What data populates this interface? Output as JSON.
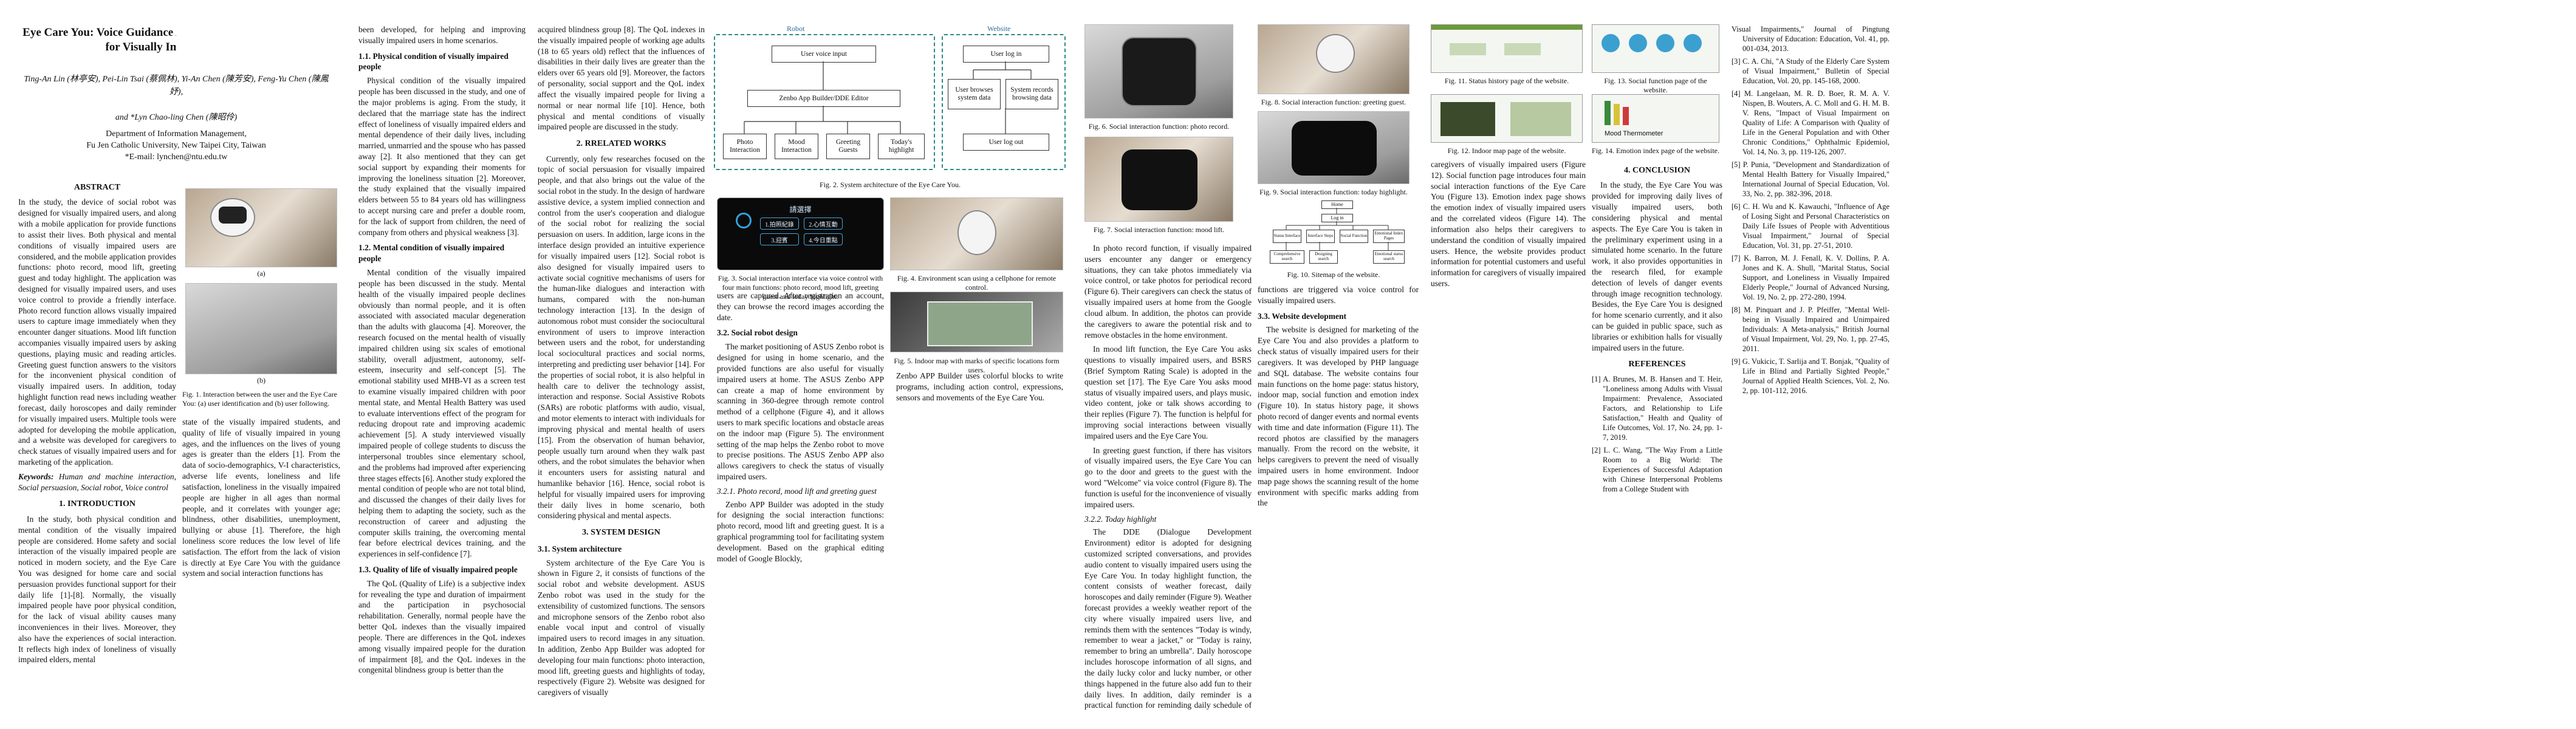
{
  "header": {
    "title": "Eye Care You: Voice Guidance Application Using Social Robot for Visually Impaired People",
    "authors_line1": "Ting-An Lin (林亭安), Pei-Lin Tsai (蔡佩林), Yi-An Chen (陳芳安), Feng-Yu Chen (陳鳳妤),",
    "authors_line2": "and *Lyn Chao-ling Chen (陳昭伶)",
    "dept": "Department of Information Management,",
    "univ": "Fu Jen Catholic University, New Taipei City, Taiwan",
    "email": "*E-mail: lynchen@ntu.edu.tw"
  },
  "abstract": {
    "heading": "ABSTRACT",
    "text": "In the study, the device of social robot was designed for visually impaired users, and along with a mobile application for provide functions to assist their lives. Both physical and mental conditions of visually impaired users are considered, and the mobile application provides functions: photo record, mood lift, greeting guest and today highlight. The application was designed for visually impaired users, and uses voice control to provide a friendly interface. Photo record function allows visually impaired users to capture image immediately when they encounter danger situations. Mood lift function accompanies visually impaired users by asking questions, playing music and reading articles. Greeting guest function answers to the visitors for the inconvenient physical condition of visually impaired users. In addition, today highlight function read news including weather forecast, daily horoscopes and daily reminder for visually impaired users. Multiple tools were adopted for developing the mobile application, and a website was developed for caregivers to check statues of visually impaired users and for marketing of the application.",
    "keywords_label": "Keywords:",
    "keywords": "Human and machine interaction, Social persuasion, Social robot, Voice control"
  },
  "intro": {
    "heading": "1. INTRODUCTION",
    "p1": "In the study, both physical condition and mental condition of the visually impaired people are considered. Home safety and social interaction of the visually impaired people are noticed in modern society, and the Eye Care You was designed for home care and social persuasion provides functional support for their daily life [1]-[8]. Normally, the visually impaired people have poor physical condition, for the lack of visual ability causes many inconveniences in their lives. Moreover, they also have the experiences of social interaction. It reflects high index of loneliness of visually impaired elders, mental"
  },
  "fig1": {
    "label_a": "(a)",
    "label_b": "(b)",
    "caption": "Fig. 1. Interaction between the user and the Eye Care You: (a) user identification and (b) user following."
  },
  "col3": {
    "p1": "state of the visually impaired students, and quality of life of visually impaired in young ages, and the influences on the lives of young ages is greater than the elders [1]. From the data of socio-demographics, V-I characteristics, adverse life events, loneliness and life satisfaction, loneliness in the visually impaired people are higher in all ages than normal people, and it correlates with younger age; blindness, other disabilities, unemployment, bullying or abuse [1]. Therefore, the high loneliness score reduces the low level of life satisfaction. The effort from the lack of vision is directly at Eye Care You with the guidance system and social interaction functions has"
  },
  "col4": {
    "p0": "been developed, for helping and improving visually impaired users in home scenarios.",
    "h11": "1.1. Physical condition of visually impaired people",
    "p1": "Physical condition of the visually impaired people has been discussed in the study, and one of the major problems is aging. From the study, it declared that the marriage state has the indirect effect of loneliness of visually impaired elders and mental dependence of their daily lives, including married, unmarried and the spouse who has passed away [2]. It also mentioned that they can get social support by expanding their moments for improving the loneliness situation [2]. Moreover, the study explained that the visually impaired elders between 55 to 84 years old has willingness to accept nursing care and prefer a double room, for the lack of support from children, the need of company from others and physical weakness [3].",
    "h12": "1.2. Mental condition of visually impaired people",
    "p2": "Mental condition of the visually impaired people has been discussed in the study. Mental health of the visually impaired people declines obviously than normal people, and it is often associated with associated macular degeneration than the adults with glaucoma [4]. Moreover, the research focused on the mental health of visually impaired children using six scales of emotional stability, overall adjustment, autonomy, self-esteem, insecurity and self-concept [5]. The emotional stability used MHB-VI as a screen test to examine visually impaired children with poor mental state, and Mental Health Battery was used to evaluate interventions effect of the program for reducing dropout rate and improving academic achievement [5]. A study interviewed visually impaired people of college students to discuss the interpersonal troubles since elementary school, and the problems had improved after experiencing three stages effects [6]. Another study explored the mental condition of people who are not total blind, and discussed the changes of their daily lives for helping them to adapting the society, such as the reconstruction of career and adjusting the computer skills training, the overcoming mental fear before electrical devices training, and the experiences in self-confidence [7].",
    "h13": "1.3. Quality of life of visually impaired people",
    "p3": "The QoL (Quality of Life) is a subjective index for revealing the type and duration of impairment and the participation in psychosocial rehabilitation. Generally, normal people have the better QoL indexes than the visually impaired people. There are differences in the QoL indexes among visually impaired people for the duration of impairment [8], and the QoL indexes in the congenital blindness group is better than the"
  },
  "col5": {
    "p0": "acquired blindness group [8]. The QoL indexes in the visually impaired people of working age adults (18 to 65 years old) reflect that the influences of disabilities in their daily lives are greater than the elders over 65 years old [9]. Moreover, the factors of personality, social support and the QoL index affect the visually impaired people for living a normal or near normal life [10]. Hence, both physical and mental conditions of visually impaired people are discussed in the study.",
    "h2": "2. RRELATED WORKS",
    "p1": "Currently, only few researches focused on the topic of social persuasion for visually impaired people, and that also brings out the value of the social robot in the study. In the design of hardware assistive device, a system implied connection and control from the user's cooperation and dialogue of the social robot for realizing the social persuasion on users. In addition, large icons in the interface design provided an intuitive experience for visually impaired users [12]. Social robot is also designed for visually impaired users to activate social cognitive mechanisms of users for the human-like dialogues and interaction with humans, compared with the non-human technology interaction [13]. In the design of autonomous robot must consider the sociocultural environment of users to improve interaction between users and the robot, for understanding local sociocultural practices and social norms, interpreting and predicting user behavior [14]. For the properties of social robot, it is also helpful in health care to deliver the technology assist, interaction and response. Social Assistive Robots (SARs) are robotic platforms with audio, visual, and motor elements to interact with individuals for improving physical and mental health of users [15]. From the observation of human behavior, people usually turn around when they walk past others, and the robot simulates the behavior when it encounters users for assisting natural and humanlike behavior [16]. Hence, social robot is helpful for visually impaired users for improving their daily lives in home scenario, both considering physical and mental aspects.",
    "h3": "3. SYSTEM DESIGN",
    "h31": "3.1. System architecture",
    "p2": "System architecture of the Eye Care You is shown in Figure 2, it consists of functions of the social robot and website development. ASUS Zenbo robot was used in the study for the extensibility of customized functions. The sensors and microphone sensors of the Zenbo robot also enable vocal input and control of visually impaired users to record images in any situation. In addition, Zenbo App Builder was adopted for developing four main functions: photo interaction, mood lift, greeting guests and highlights of today, respectively (Figure 2). Website was designed for caregivers of visually"
  },
  "fig2": {
    "robot_label": "Robot",
    "website_label": "Website",
    "voice_input": "User voice input",
    "builder": "Zenbo App Builder/DDE Editor",
    "photo": "Photo Interaction",
    "mood": "Mood Interaction",
    "greeting": "Greeting Guests",
    "today": "Today's highlight",
    "login": "User log in",
    "browse_sys": "User browses system data",
    "record_browse": "System records browsing data",
    "logout": "User log out",
    "caption": "Fig. 2. System architecture of the Eye Care You."
  },
  "fig3": {
    "title": "請選擇",
    "opt1": "1.拍照紀錄",
    "opt2": "2.心情互動",
    "opt3": "3.迎賓",
    "opt4": "4.今日重點",
    "caption": "Fig. 3. Social interaction interface via voice control with four main functions: photo record, mood lift, greeting guest and today highlight."
  },
  "fig4": {
    "caption": "Fig. 4. Environment scan using a cellphone for remote control."
  },
  "fig5": {
    "caption": "Fig. 5. Indoor map with marks of specific locations form users."
  },
  "col6": {
    "p0": "users are captured. After registration an account, they can browse the record images according the date.",
    "h32": "3.2. Social robot design",
    "p1": "The market positioning of ASUS Zenbo robot is designed for using in home scenario, and the provided functions are also useful for visually impaired users at home. The ASUS Zenbo APP can create a map of home environment by scanning in 360-degree through remote control method of a cellphone (Figure 4), and it allows users to mark specific locations and obstacle areas on the indoor map (Figure 5). The environment setting of the map helps the Zenbo robot to move to precise positions. The ASUS Zenbo APP also allows caregivers to check the status of visually impaired users.",
    "h321": "3.2.1. Photo record, mood lift and greeting guest",
    "p2": "Zenbo APP Builder was adopted in the study for designing the social interaction functions: photo record, mood lift and greeting guest. It is a graphical programming tool for facilitating system development. Based on the graphical editing model of Google Blockly,"
  },
  "fig6": {
    "caption": "Fig. 6. Social interaction function: photo record."
  },
  "fig7": {
    "caption": "Fig. 7. Social interaction function: mood lift."
  },
  "col7": {
    "p0": "Zenbo APP Builder uses colorful blocks to write programs, including action control, expressions, sensors and movements of the Eye Care You.",
    "p1": "In photo record function, if visually impaired users encounter any danger or emergency situations, they can take photos immediately via voice control, or take photos for periodical record (Figure 6). Their caregivers can check the status of visually impaired users at home from the Google cloud album. In addition, the photos can provide the caregivers to aware the potential risk and to remove obstacles in the home environment.",
    "p2": "In mood lift function, the Eye Care You asks questions to visually impaired users, and BSRS (Brief Symptom Rating Scale) is adopted in the question set [17]. The Eye Care You asks mood status of visually impaired users, and plays music, video content, joke or talk shows according to their replies (Figure 7). The function is helpful for improving social interactions between visually impaired users and the Eye Care You.",
    "p3": "In greeting guest function, if there has visitors of visually impaired users, the Eye Care You can go to the door and greets to the guest with the word \"Welcome\" via voice control (Figure 8). The function is useful for the inconvenience of visually impaired users.",
    "h322": "3.2.2. Today highlight",
    "p4": "The DDE (Dialogue Development Environment) editor is adopted for designing customized scripted conversations, and provides audio content to visually impaired users using the Eye Care You. In today highlight function, the content consists of weather forecast, daily horoscopes and daily reminder (Figure 9). Weather forecast provides a weekly weather report of the city where visually impaired users live, and reminds them with the sentences \"Today is windy, remember to wear a jacket,\" or \"Today is rainy, remember to bring an umbrella\". Daily horoscope includes horoscope information of all signs, and the daily lucky color and lucky number, or other things happened in the future also add fun to their daily lives. In addition, daily reminder is a practical function for reminding daily schedule of visually impaired users. All of the social interaction"
  },
  "fig8": {
    "caption": "Fig. 8. Social interaction function: greeting guest."
  },
  "fig9": {
    "caption": "Fig. 9. Social interaction function: today highlight."
  },
  "fig10": {
    "home": "Home",
    "login": "Log in",
    "status": "Status Interface",
    "intro": "Interface Steps",
    "social": "Social Function",
    "emotion": "Emotional Index Pages",
    "comp": "Comprehensive search",
    "design": "Designing search",
    "emo_stat": "Emotional status search",
    "caption": "Fig. 10. Sitemap of the website."
  },
  "col8": {
    "p0": "functions are triggered via voice control for visually impaired users.",
    "h33": "3.3. Website development",
    "p1": "The website is designed for marketing of the Eye Care You and also provides a platform to check status of visually impaired users for their caregivers. It was developed by PHP language and SQL database. The website contains four main functions on the home page: status history, indoor map, social function and emotion index (Figure 10). In status history page, it shows photo record of danger events and normal events with time and date information (Figure 11). The record photos are classified by the managers manually. From the record on the website, it helps caregivers to prevent the need of visually impaired users in home environment. Indoor map page shows the scanning result of the home environment with specific marks adding from the"
  },
  "fig11": {
    "caption": "Fig. 11. Status history page of the website."
  },
  "fig12": {
    "caption": "Fig. 12. Indoor map page of the website."
  },
  "col9": {
    "p0": "caregivers of visually impaired users (Figure 12). Social function page introduces four main social interaction functions of the Eye Care You (Figure 13). Emotion index page shows the emotion index of visually impaired users and the correlated videos (Figure 14). The information also helps their caregivers to understand the condition of visually impaired users. Hence, the website provides product information for potential customers and useful information for caregivers of visually impaired users.",
    "h4": "4. CONCLUSION",
    "p1": "In the study, the Eye Care You was provided for improving daily lives of visually impaired users, both considering physical and mental aspects. The Eye Care You is taken in the preliminary experiment using in a simulated home scenario. In the future work, it also provides opportunities in the research filed, for example detection of levels of danger events through image recognition technology. Besides, the Eye Care You is designed for home scenario currently, and it also can be guided in public space, such as libraries or exhibition halls for visually impaired users in the future.",
    "h_refs": "REFERENCES",
    "r1": "[1] A. Brunes, M. B. Hansen and T. Heir, \"Loneliness among Adults with Visual Impairment: Prevalence, Associated Factors, and Relationship to Life Satisfaction,\" Health and Quality of Life Outcomes, Vol. 17, No. 24, pp. 1-7, 2019.",
    "r2": "[2] L. C. Wang, \"The Way From a Little Room to a Big World: The Experiences of Successful Adaptation with Chinese Interpersonal Problems from a College Student with"
  },
  "fig13": {
    "caption": "Fig. 13. Social function page of the website."
  },
  "fig14": {
    "caption": "Fig. 14. Emotion index page of the website.",
    "thermo": "Mood Thermometer"
  },
  "col10": {
    "r2b": "Visual Impairments,\" Journal of Pingtung University of Education: Education, Vol. 41, pp. 001-034, 2013.",
    "r3": "[3] C. A. Chi, \"A Study of the Elderly Care System of Visual Impairment,\" Bulletin of Special Education, Vol. 20, pp. 145-168, 2000.",
    "r4": "[4] M. Langelaan, M. R. D. Boer, R. M. A. V. Nispen, B. Wouters, A. C. Moll and G. H. M. B. V. Rens, \"Impact of Visual Impairment on Quality of Life: A Comparison with Quality of Life in the General Population and with Other Chronic Conditions,\" Ophthalmic Epidemiol, Vol. 14, No. 3, pp. 119-126, 2007.",
    "r5": "[5] P. Punia, \"Development and Standardization of Mental Health Battery for Visually Impaired,\" International Journal of Special Education, Vol. 33, No. 2, pp. 382-396, 2018.",
    "r6": "[6] C. H. Wu and K. Kawauchi, \"Influence of Age of Losing Sight and Personal Characteristics on Daily Life Issues of People with Adventitious Visual Impairment,\" Journal of Special Education, Vol. 31, pp. 27-51, 2010.",
    "r7": "[7] K. Barron, M. J. Fenall, K. V. Dollins, P. A. Jones and K. A. Shull, \"Marital Status, Social Support, and Loneliness in Visually Impaired Elderly People,\" Journal of Advanced Nursing, Vol. 19, No. 2, pp. 272-280, 1994.",
    "r8": "[8] M. Pinquart and J. P. Pfeiffer, \"Mental Well-being in Visually Impaired and Unimpaired Individuals: A Meta-analysis,\" British Journal of Visual Impairment, Vol. 29, No. 1, pp. 27-45, 2011.",
    "r9": "[9] G. Vukicic, T. Sarlija and T. Bonjak, \"Quality of Life in Blind and Partially Sighted People,\" Journal of Applied Health Sciences, Vol. 2, No. 2, pp. 101-112, 2016."
  }
}
